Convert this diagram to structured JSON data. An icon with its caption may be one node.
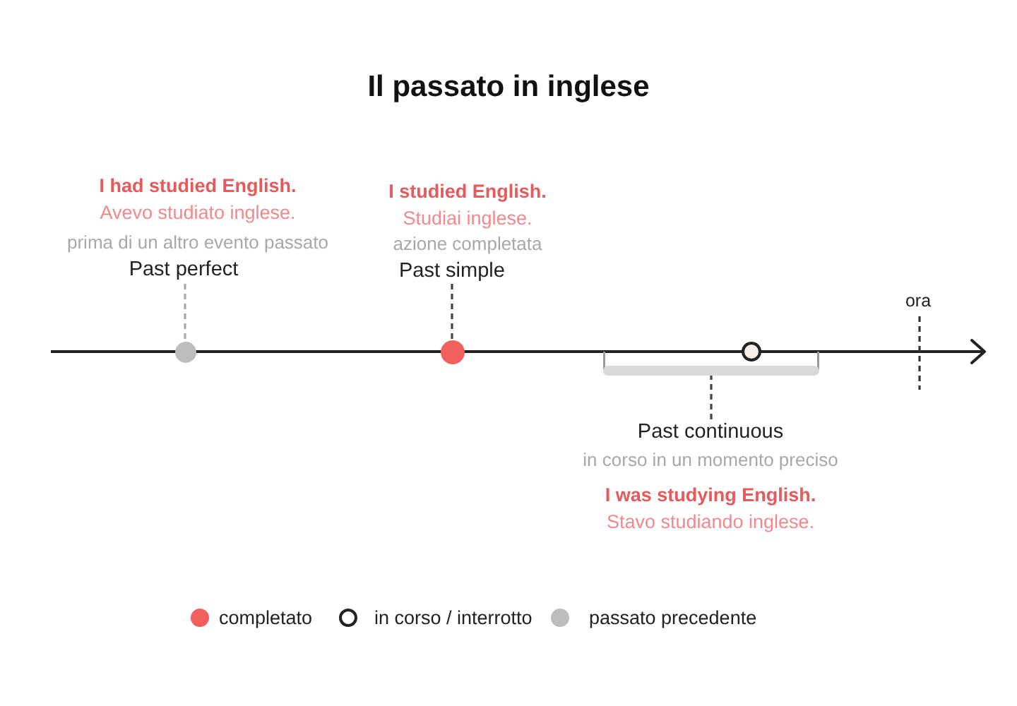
{
  "diagram": {
    "title": "Il passato in inglese",
    "nodes": [
      {
        "text": [
          "I had studied English.",
          "Avevo studiato inglese.",
          "prima di un altro evento passato",
          "Past perfect"
        ]
      },
      {
        "text": [],
        "shape": "circle"
      },
      {
        "text": [
          "I studied English.",
          "Studiai inglese.",
          "azione completata",
          "Past simple"
        ]
      },
      {
        "text": [],
        "shape": "circle"
      },
      {
        "text": [],
        "shape": "circle"
      },
      {
        "text": [],
        "shape": "bar"
      },
      {
        "text": [
          "Past continuous",
          "in corso in un momento preciso",
          "I was studying English.",
          "Stavo studiando inglese."
        ]
      }
    ],
    "edges": [
      {
        "from": 0,
        "to": 1,
        "arrow": "none",
        "style": "dashed",
        "color": "#aaaaaa"
      },
      {
        "from": 2,
        "to": 3,
        "arrow": "none",
        "style": "dashed"
      },
      {
        "from": 6,
        "to": 5,
        "arrow": "none",
        "style": "dashed"
      }
    ],
    "labels": [
      "ora"
    ],
    "legend": [
      {
        "text": "completato",
        "color": "#f25f5f"
      },
      {
        "text": "in corso / interrotto"
      },
      {
        "text": "passato precedente",
        "color": "#bdbdbd"
      }
    ]
  }
}
